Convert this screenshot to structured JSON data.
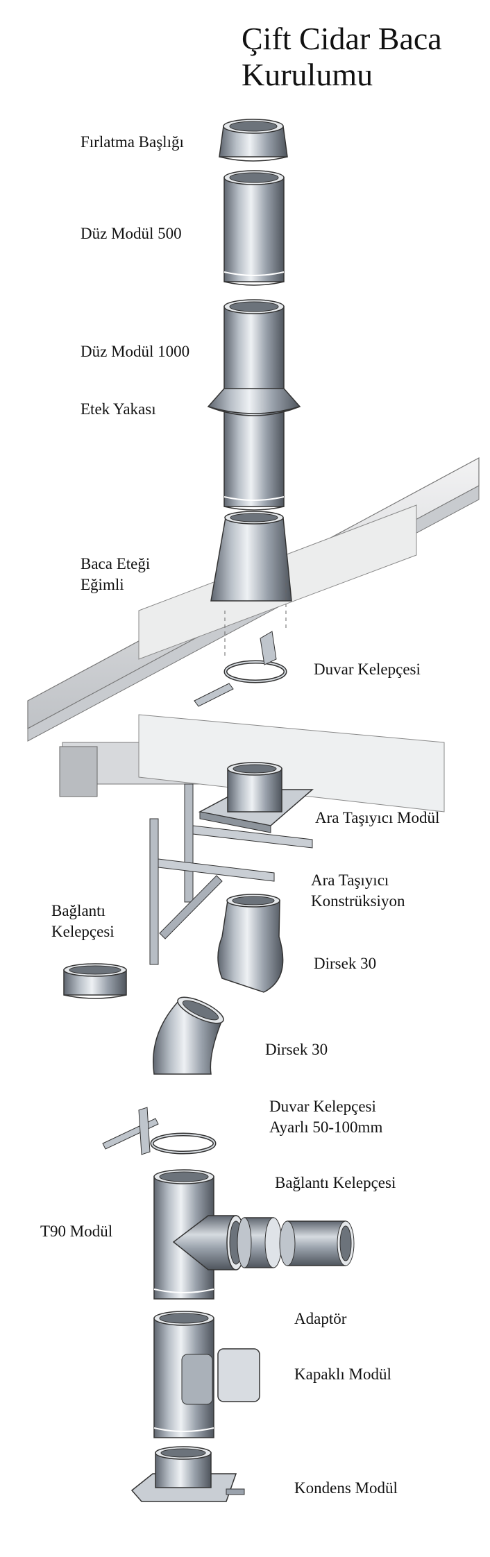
{
  "title": {
    "line1": "Çift Cidar Baca",
    "line2": "Kurulumu"
  },
  "labels": {
    "firlatma": "Fırlatma Başlığı",
    "duz500": "Düz Modül 500",
    "duz1000": "Düz Modül 1000",
    "etek_yakasi": "Etek Yakası",
    "baca_etegi_1": "Baca Eteği",
    "baca_etegi_2": "Eğimli",
    "duvar_kelepcesi": "Duvar Kelepçesi",
    "ara_tasiyici_modul": "Ara Taşıyıcı Modül",
    "ara_tasiyici_k1": "Ara Taşıyıcı",
    "ara_tasiyici_k2": "Konstrüksiyon",
    "baglanti_k_left_1": "Bağlantı",
    "baglanti_k_left_2": "Kelepçesi",
    "dirsek30_a": "Dirsek 30",
    "dirsek30_b": "Dirsek 30",
    "duvar_ayarli_1": "Duvar Kelepçesi",
    "duvar_ayarli_2": "Ayarlı 50-100mm",
    "baglanti_k_right": "Bağlantı Kelepçesi",
    "t90": "T90 Modül",
    "adaptor": "Adaptör",
    "kapakli": "Kapaklı Modül",
    "kondens": "Kondens Modül"
  },
  "colors": {
    "metal_dark": "#5f6670",
    "metal_light": "#dfe3e8",
    "roof": "#e6e7e9",
    "outline": "#333333"
  }
}
